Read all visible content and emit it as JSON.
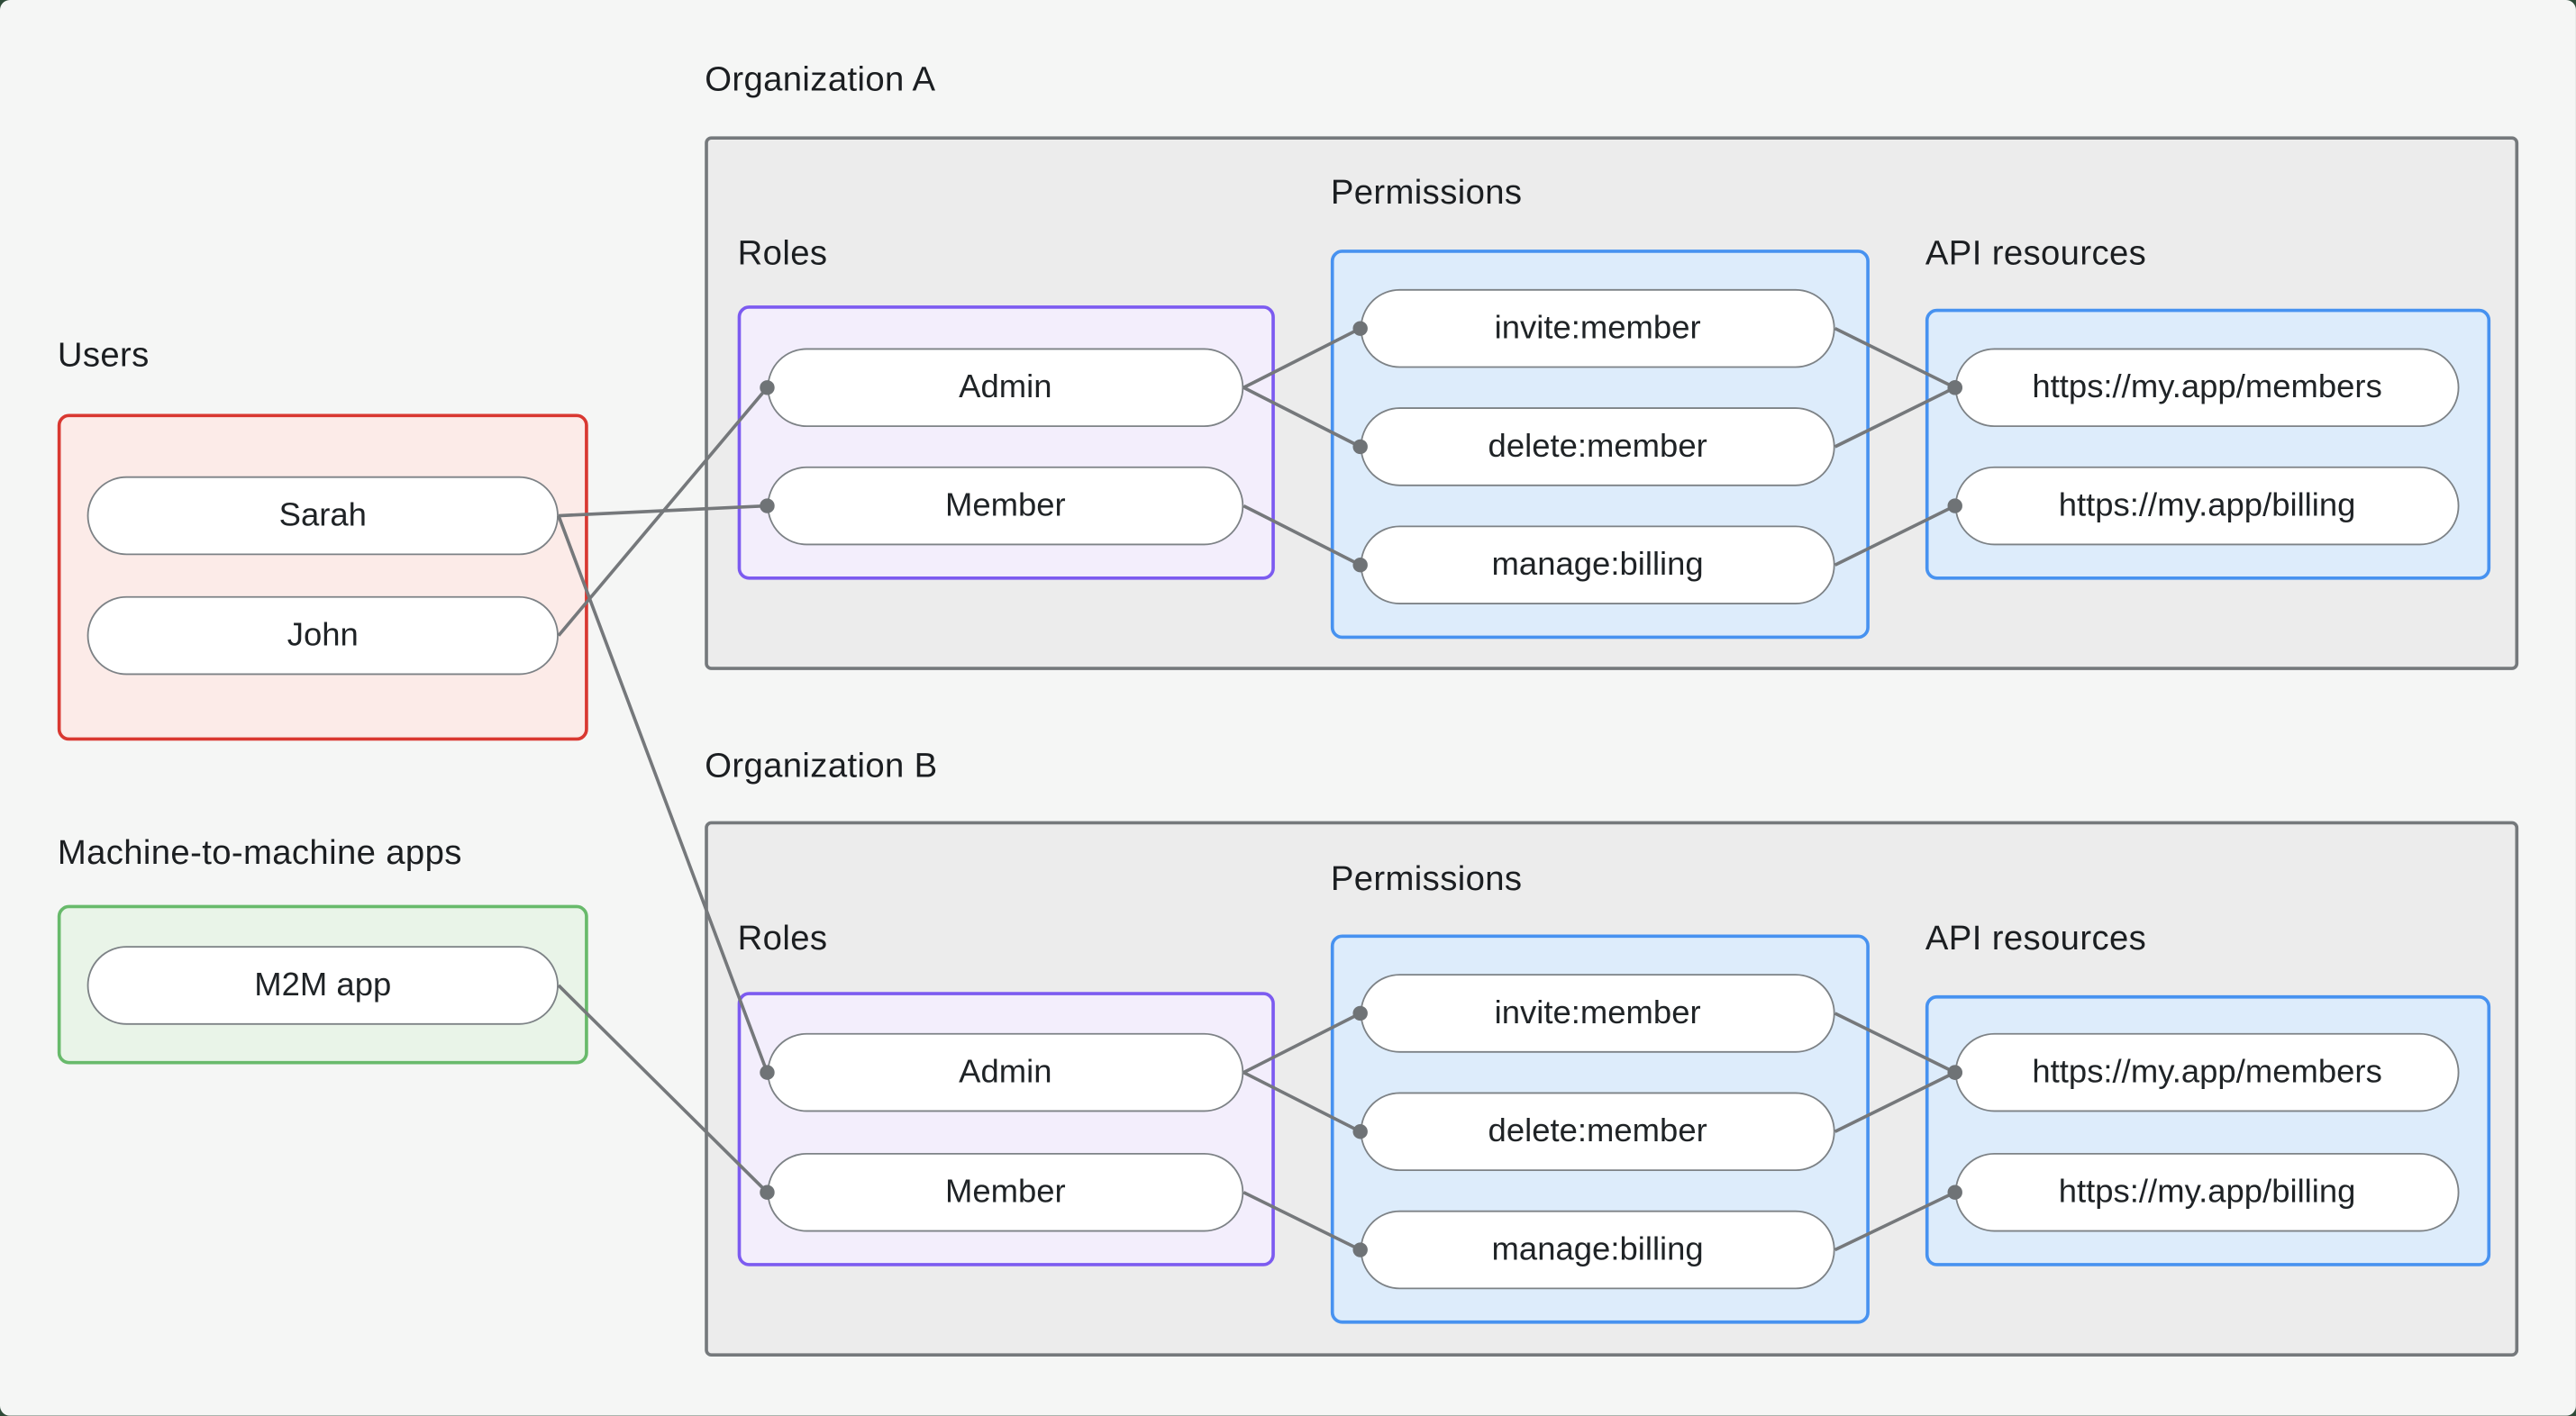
{
  "page": {
    "background": "#f5f6f5",
    "backdrop": "#2e4b38"
  },
  "palette": {
    "line": "#75787b",
    "dot": "#6f7376",
    "pill_border": "#7d8286",
    "pill_fill": "#ffffff",
    "pill_text": "#1f2326",
    "label_text": "#1b1e21",
    "org_border": "#75797c",
    "org_fill": "#ececec",
    "red_border": "#d93831",
    "red_fill": "#fcebe8",
    "green_border": "#68ba6b",
    "green_fill": "#e9f4e8",
    "purple_border": "#7c5bf0",
    "purple_fill": "#f3eefc",
    "blue_border": "#4792f0",
    "blue_fill": "#ddecfb"
  },
  "standalone_groups": {
    "users": {
      "label": "Users",
      "nodes": [
        {
          "id": "sarah",
          "label": "Sarah"
        },
        {
          "id": "john",
          "label": "John"
        }
      ]
    },
    "m2m": {
      "label": "Machine-to-machine apps",
      "nodes": [
        {
          "id": "m2m_app",
          "label": "M2M app"
        }
      ]
    }
  },
  "organizations": [
    {
      "label": "Organization A",
      "roles": {
        "label": "Roles",
        "nodes": [
          {
            "id": "admin_a",
            "label": "Admin"
          },
          {
            "id": "member_a",
            "label": "Member"
          }
        ]
      },
      "permissions": {
        "label": "Permissions",
        "nodes": [
          {
            "id": "invite_a",
            "label": "invite:member"
          },
          {
            "id": "delete_a",
            "label": "delete:member"
          },
          {
            "id": "manage_a",
            "label": "manage:billing"
          }
        ]
      },
      "api_resources": {
        "label": "API resources",
        "nodes": [
          {
            "id": "members_a",
            "label": "https://my.app/members"
          },
          {
            "id": "billing_a",
            "label": "https://my.app/billing"
          }
        ]
      }
    },
    {
      "label": "Organization B",
      "roles": {
        "label": "Roles",
        "nodes": [
          {
            "id": "admin_b",
            "label": "Admin"
          },
          {
            "id": "member_b",
            "label": "Member"
          }
        ]
      },
      "permissions": {
        "label": "Permissions",
        "nodes": [
          {
            "id": "invite_b",
            "label": "invite:member"
          },
          {
            "id": "delete_b",
            "label": "delete:member"
          },
          {
            "id": "manage_b",
            "label": "manage:billing"
          }
        ]
      },
      "api_resources": {
        "label": "API resources",
        "nodes": [
          {
            "id": "members_b",
            "label": "https://my.app/members"
          },
          {
            "id": "billing_b",
            "label": "https://my.app/billing"
          }
        ]
      }
    }
  ],
  "edges": [
    {
      "from": "sarah",
      "to": "member_a"
    },
    {
      "from": "john",
      "to": "admin_a"
    },
    {
      "from": "sarah",
      "to": "admin_b"
    },
    {
      "from": "m2m_app",
      "to": "member_b"
    },
    {
      "from": "admin_a",
      "to": "invite_a"
    },
    {
      "from": "admin_a",
      "to": "delete_a"
    },
    {
      "from": "member_a",
      "to": "manage_a"
    },
    {
      "from": "invite_a",
      "to": "members_a"
    },
    {
      "from": "delete_a",
      "to": "members_a"
    },
    {
      "from": "manage_a",
      "to": "billing_a"
    },
    {
      "from": "admin_b",
      "to": "invite_b"
    },
    {
      "from": "admin_b",
      "to": "delete_b"
    },
    {
      "from": "member_b",
      "to": "manage_b"
    },
    {
      "from": "invite_b",
      "to": "members_b"
    },
    {
      "from": "delete_b",
      "to": "members_b"
    },
    {
      "from": "manage_b",
      "to": "billing_b"
    }
  ]
}
